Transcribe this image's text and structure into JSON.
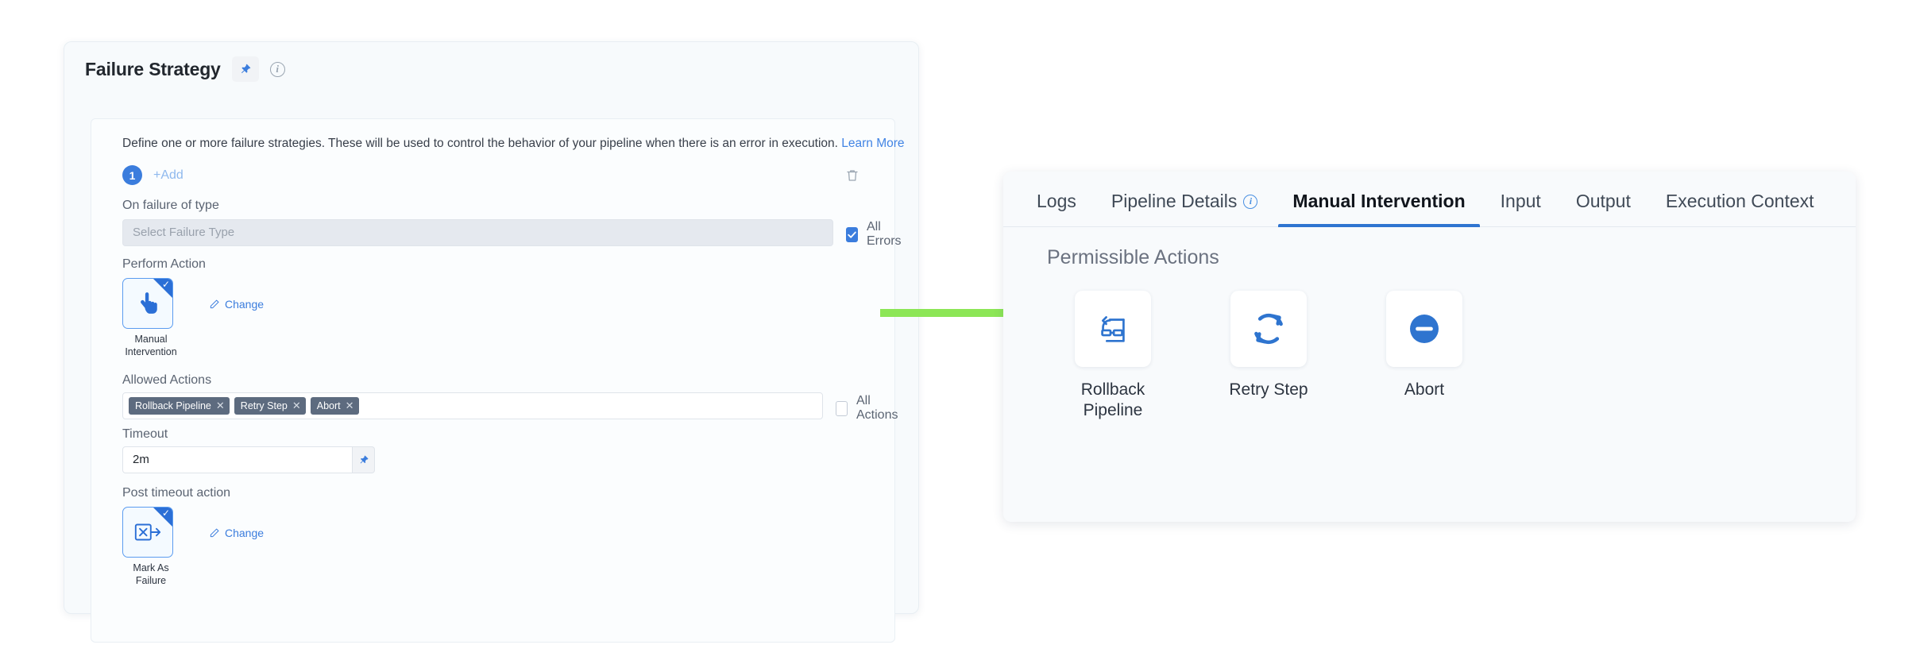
{
  "failure_strategy": {
    "title": "Failure Strategy",
    "pin_icon": "pin-icon",
    "info_icon": "info-icon",
    "description": "Define one or more failure strategies. These will be used to control the behavior of your pipeline when there is an error in execution.",
    "learn_more": "Learn More",
    "strategy_index": "1",
    "add_label": "+Add",
    "delete_icon": "trash-icon",
    "on_failure_label": "On failure of type",
    "failure_type_placeholder": "Select Failure Type",
    "all_errors": {
      "label": "All Errors",
      "checked": true
    },
    "perform_action_label": "Perform Action",
    "perform_action": {
      "icon": "pointing-hand-icon",
      "caption": "Manual Intervention",
      "selected": true,
      "change_label": "Change"
    },
    "allowed_actions_label": "Allowed Actions",
    "allowed_actions": [
      "Rollback Pipeline",
      "Retry Step",
      "Abort"
    ],
    "all_actions": {
      "label": "All Actions",
      "checked": false
    },
    "timeout_label": "Timeout",
    "timeout_value": "2m",
    "timeout_pin_icon": "pin-icon",
    "post_timeout_label": "Post timeout action",
    "post_timeout_action": {
      "icon": "mark-as-failure-icon",
      "caption": "Mark As Failure",
      "selected": true,
      "change_label": "Change"
    }
  },
  "details_panel": {
    "tabs": [
      {
        "label": "Logs",
        "active": false,
        "has_info": false
      },
      {
        "label": "Pipeline Details",
        "active": false,
        "has_info": true
      },
      {
        "label": "Manual Intervention",
        "active": true,
        "has_info": false
      },
      {
        "label": "Input",
        "active": false,
        "has_info": false
      },
      {
        "label": "Output",
        "active": false,
        "has_info": false
      },
      {
        "label": "Execution Context",
        "active": false,
        "has_info": false
      }
    ],
    "permissible_actions_title": "Permissible Actions",
    "permissible_actions": [
      {
        "label": "Rollback Pipeline",
        "icon": "rollback-pipeline-icon"
      },
      {
        "label": "Retry Step",
        "icon": "retry-step-icon"
      },
      {
        "label": "Abort",
        "icon": "abort-icon"
      }
    ]
  },
  "annotation": {
    "arrow_icon": "green-arrow-icon",
    "arrow_color": "#8ce656"
  },
  "colors": {
    "accent_blue": "#3b7ddd",
    "tab_underline": "#2f74d0",
    "tag_bg": "#5d6b7f",
    "panel_bg": "#f7fafc"
  }
}
